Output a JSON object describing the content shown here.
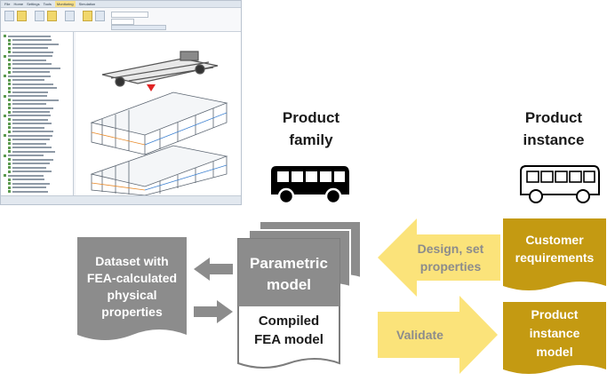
{
  "software_screenshot": {
    "menu": [
      "File",
      "Home",
      "Settings",
      "Tools",
      "Monitoring",
      "Simulation"
    ],
    "active_menu": "Monitoring"
  },
  "product_family": {
    "line1": "Product",
    "line2": "family",
    "icon": "bus-icon-filled"
  },
  "product_instance": {
    "line1": "Product",
    "line2": "instance",
    "icon": "bus-icon-outline"
  },
  "dataset": {
    "lines": [
      "Dataset with",
      "FEA-calculated",
      "physical",
      "properties"
    ]
  },
  "parametric_model": {
    "line1": "Parametric",
    "line2": "model"
  },
  "compiled_model": {
    "line1": "Compiled",
    "line2": "FEA model"
  },
  "design_arrow": {
    "line1": "Design, set",
    "line2": "properties"
  },
  "validate_arrow": {
    "label": "Validate"
  },
  "customer_requirements": {
    "line1": "Customer",
    "line2": "requirements"
  },
  "product_instance_model": {
    "line1": "Product",
    "line2": "instance",
    "line3": "model"
  },
  "colors": {
    "gray": "#8c8c8c",
    "dark_gray": "#7d7d7d",
    "gold": "#c49a12",
    "light_yellow": "#fbe37a",
    "arrow_gray": "#8c8c8c"
  }
}
